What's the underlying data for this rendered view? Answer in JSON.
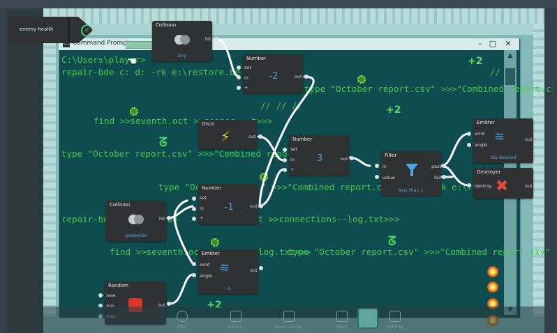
{
  "tag": {
    "label": "enemy health"
  },
  "window": {
    "title": "Command Prompt",
    "controls": [
      "–",
      "□",
      "✕"
    ],
    "lines": [
      "C:\\Users\\player>",
      "repair-bde c: d: -rk e:\\restore.be",
      "find >>seventh.oct >>connec",
      "t>>>",
      "type \"October report.csv\" >>>\"Combined report.csv\"",
      "type \"October report.csv\" >>>\"Combined report.c",
      "type \"Oct",
      "\" >>>\"Combined report.csv\"",
      "k e:\\r",
      "repair-bde c",
      "bo",
      "ct >>connections--log.txt>>>",
      "find >>seventh.oc",
      "log.txt>>>",
      "type \"October report.csv\" >>>\"Combined report.csv\"",
      "//",
      "//   //   //"
    ],
    "plus_labels": [
      "+2",
      "+2",
      "+2"
    ]
  },
  "nodes": {
    "collision_top": {
      "title": "Collision",
      "port_hit": "hit",
      "sub": "Any"
    },
    "number_a": {
      "title": "Number",
      "ports": [
        "set",
        "in",
        "+"
      ],
      "out": "out",
      "value": "-2"
    },
    "once": {
      "title": "Once",
      "out": "out"
    },
    "number_b": {
      "title": "Number",
      "ports": [
        "set",
        "in",
        "+"
      ],
      "out": "out",
      "value": "3"
    },
    "filter": {
      "title": "Filter",
      "ports": [
        "in",
        "value"
      ],
      "pass": "pass",
      "fail": "fail",
      "sub": "less than 1"
    },
    "emitter_top": {
      "title": "Emitter",
      "ports": [
        "emit",
        "angle"
      ],
      "out": "out",
      "sub": "obj deleted"
    },
    "destroyer": {
      "title": "Destroyer",
      "port": "destroy",
      "out": "out"
    },
    "number_c": {
      "title": "Number",
      "ports": [
        "set",
        "in",
        "+"
      ],
      "out": "out",
      "value": "-1"
    },
    "collision_bot": {
      "title": "Collision",
      "port_hit": "hit",
      "sub": "projectile"
    },
    "emitter_bot": {
      "title": "Emitter",
      "ports": [
        "emit",
        "angle"
      ],
      "out": "out",
      "sub": "-1"
    },
    "random": {
      "title": "Random",
      "ports": [
        "new",
        "min",
        "max"
      ],
      "out": "out"
    }
  },
  "bottombar": {
    "items": [
      "Play",
      "Library",
      "Spawn Locker",
      "Stash",
      "Settings"
    ]
  },
  "colors": {
    "wire": "#ffffff",
    "console_text": "#44c94a",
    "node_bg": "#2f3133",
    "accent_blue": "#4aa3e2"
  }
}
